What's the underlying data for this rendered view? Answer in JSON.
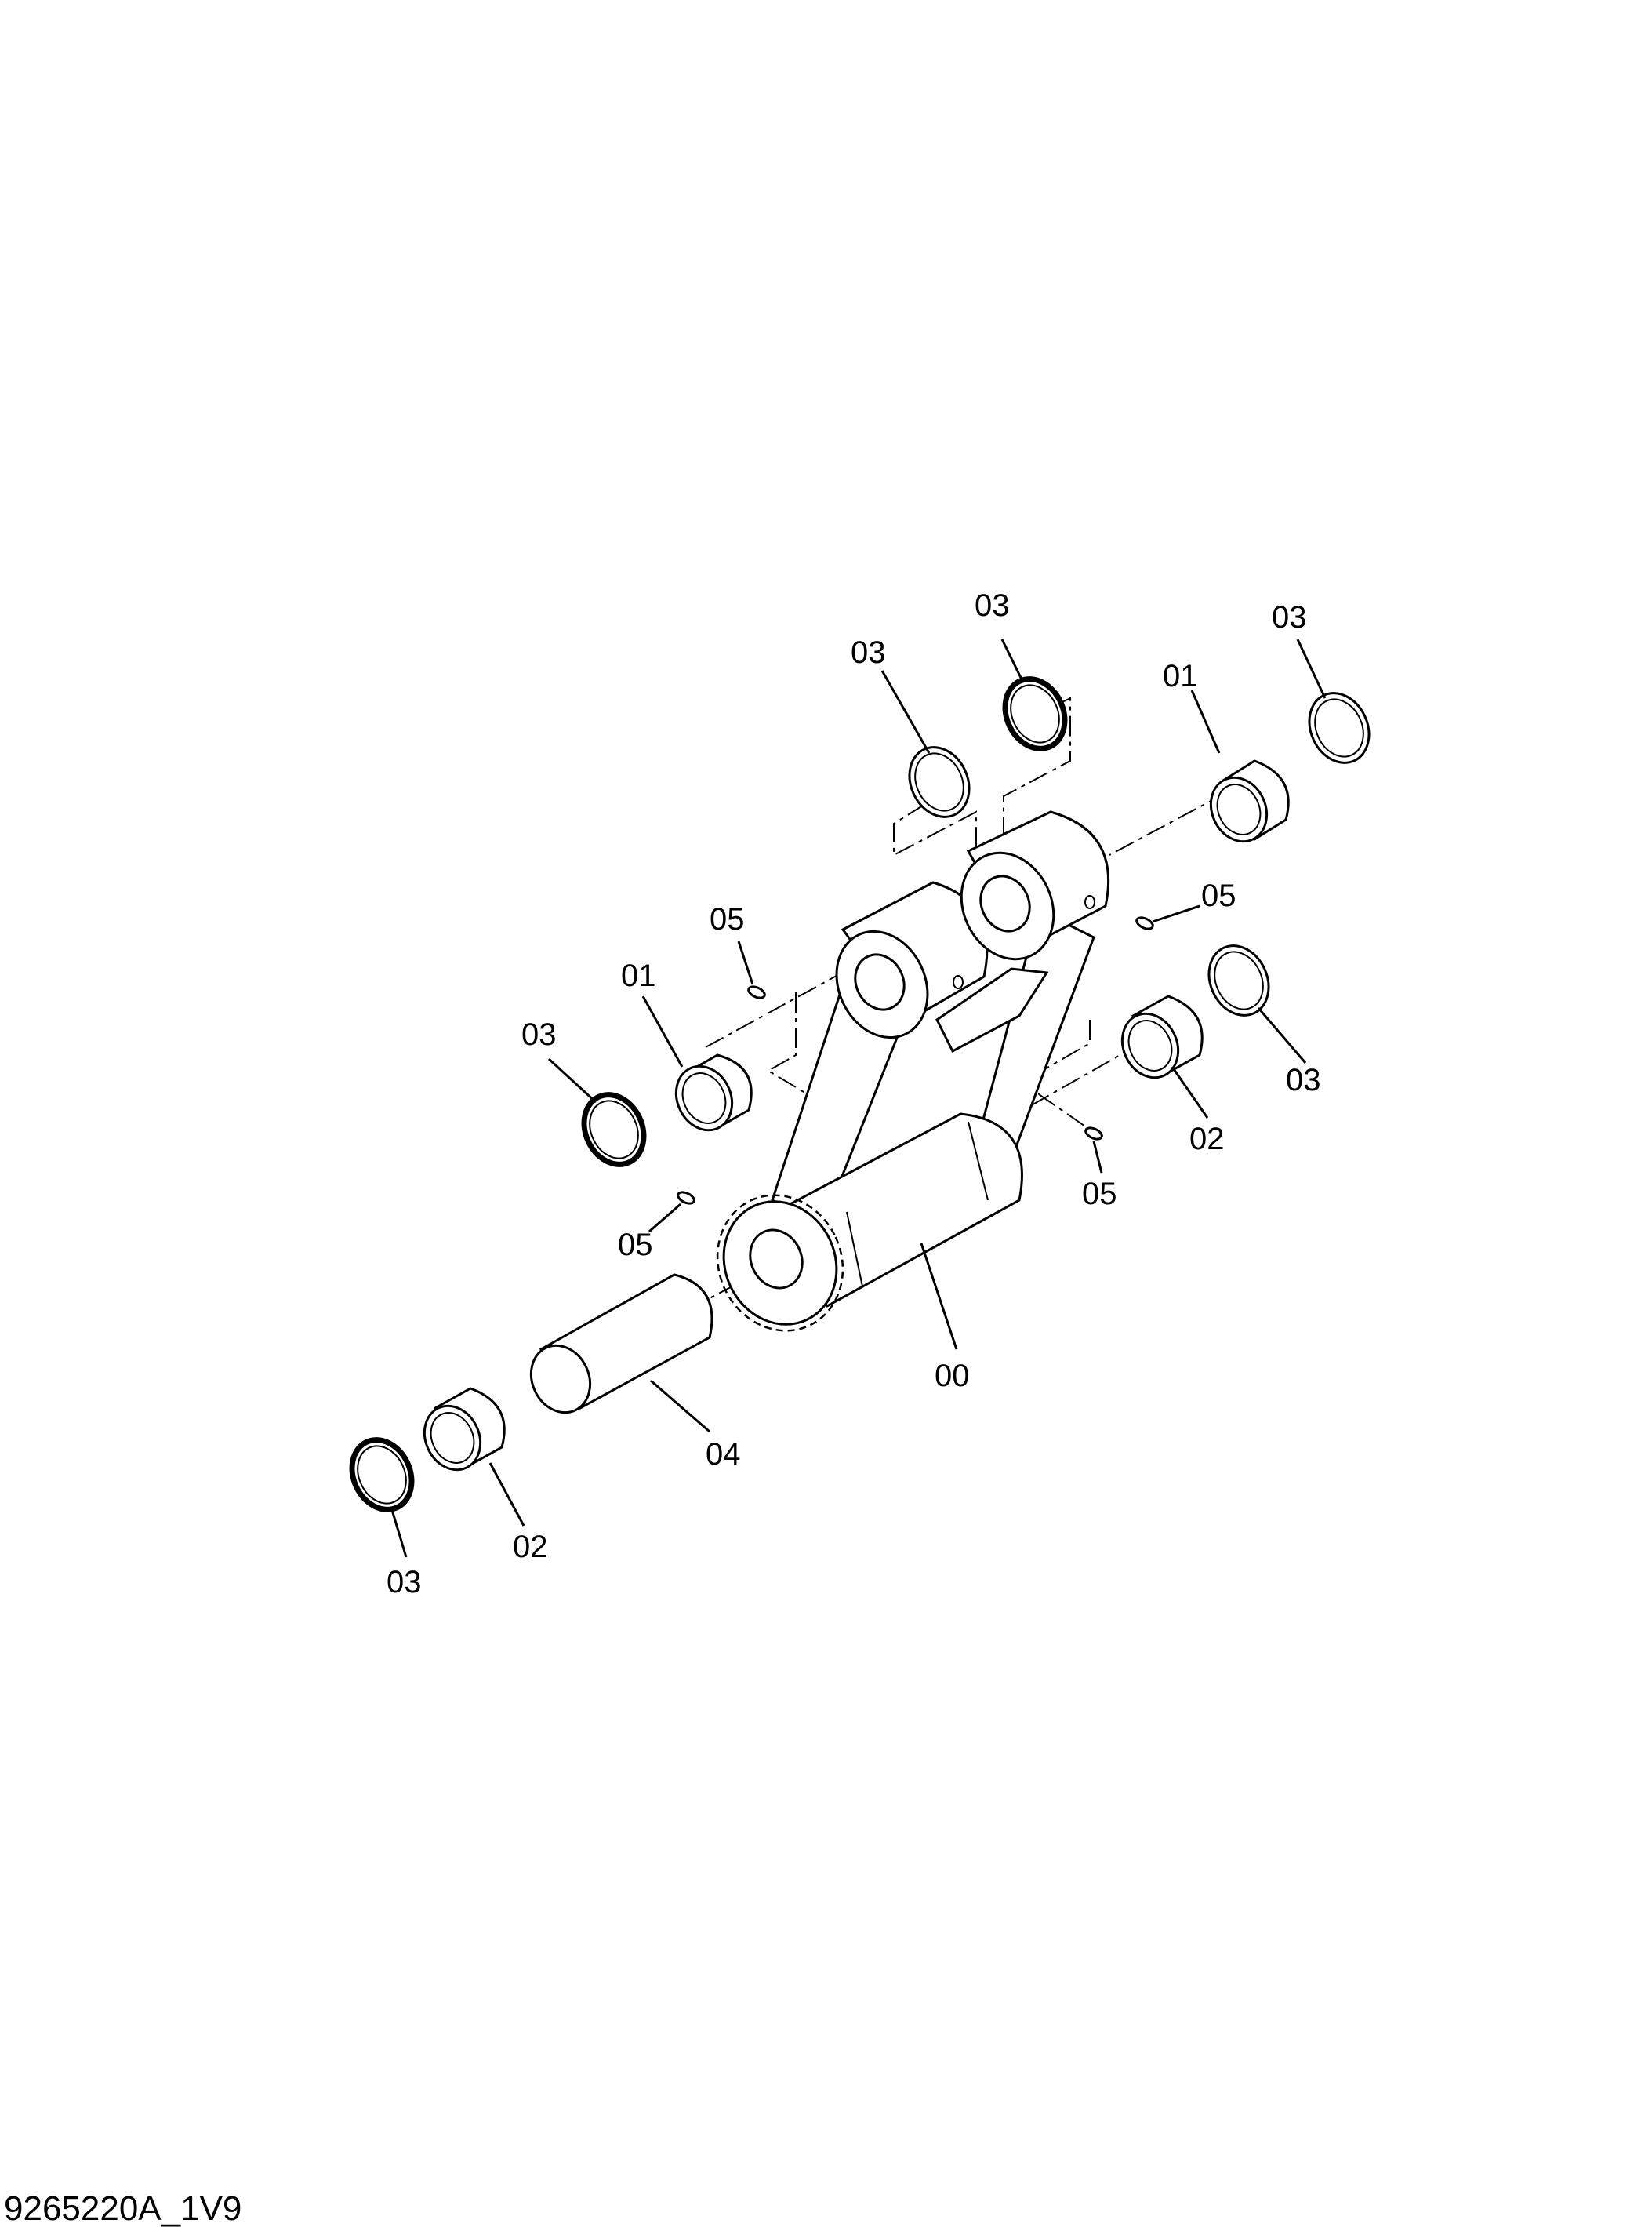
{
  "drawing_code": "9265220A_1V9",
  "callouts": {
    "c1": "03",
    "c2": "03",
    "c3": "03",
    "c4": "01",
    "c5": "05",
    "c6": "05",
    "c7": "01",
    "c8": "03",
    "c9": "03",
    "c10": "02",
    "c11": "05",
    "c12": "05",
    "c13": "00",
    "c14": "04",
    "c15": "02",
    "c16": "03"
  }
}
